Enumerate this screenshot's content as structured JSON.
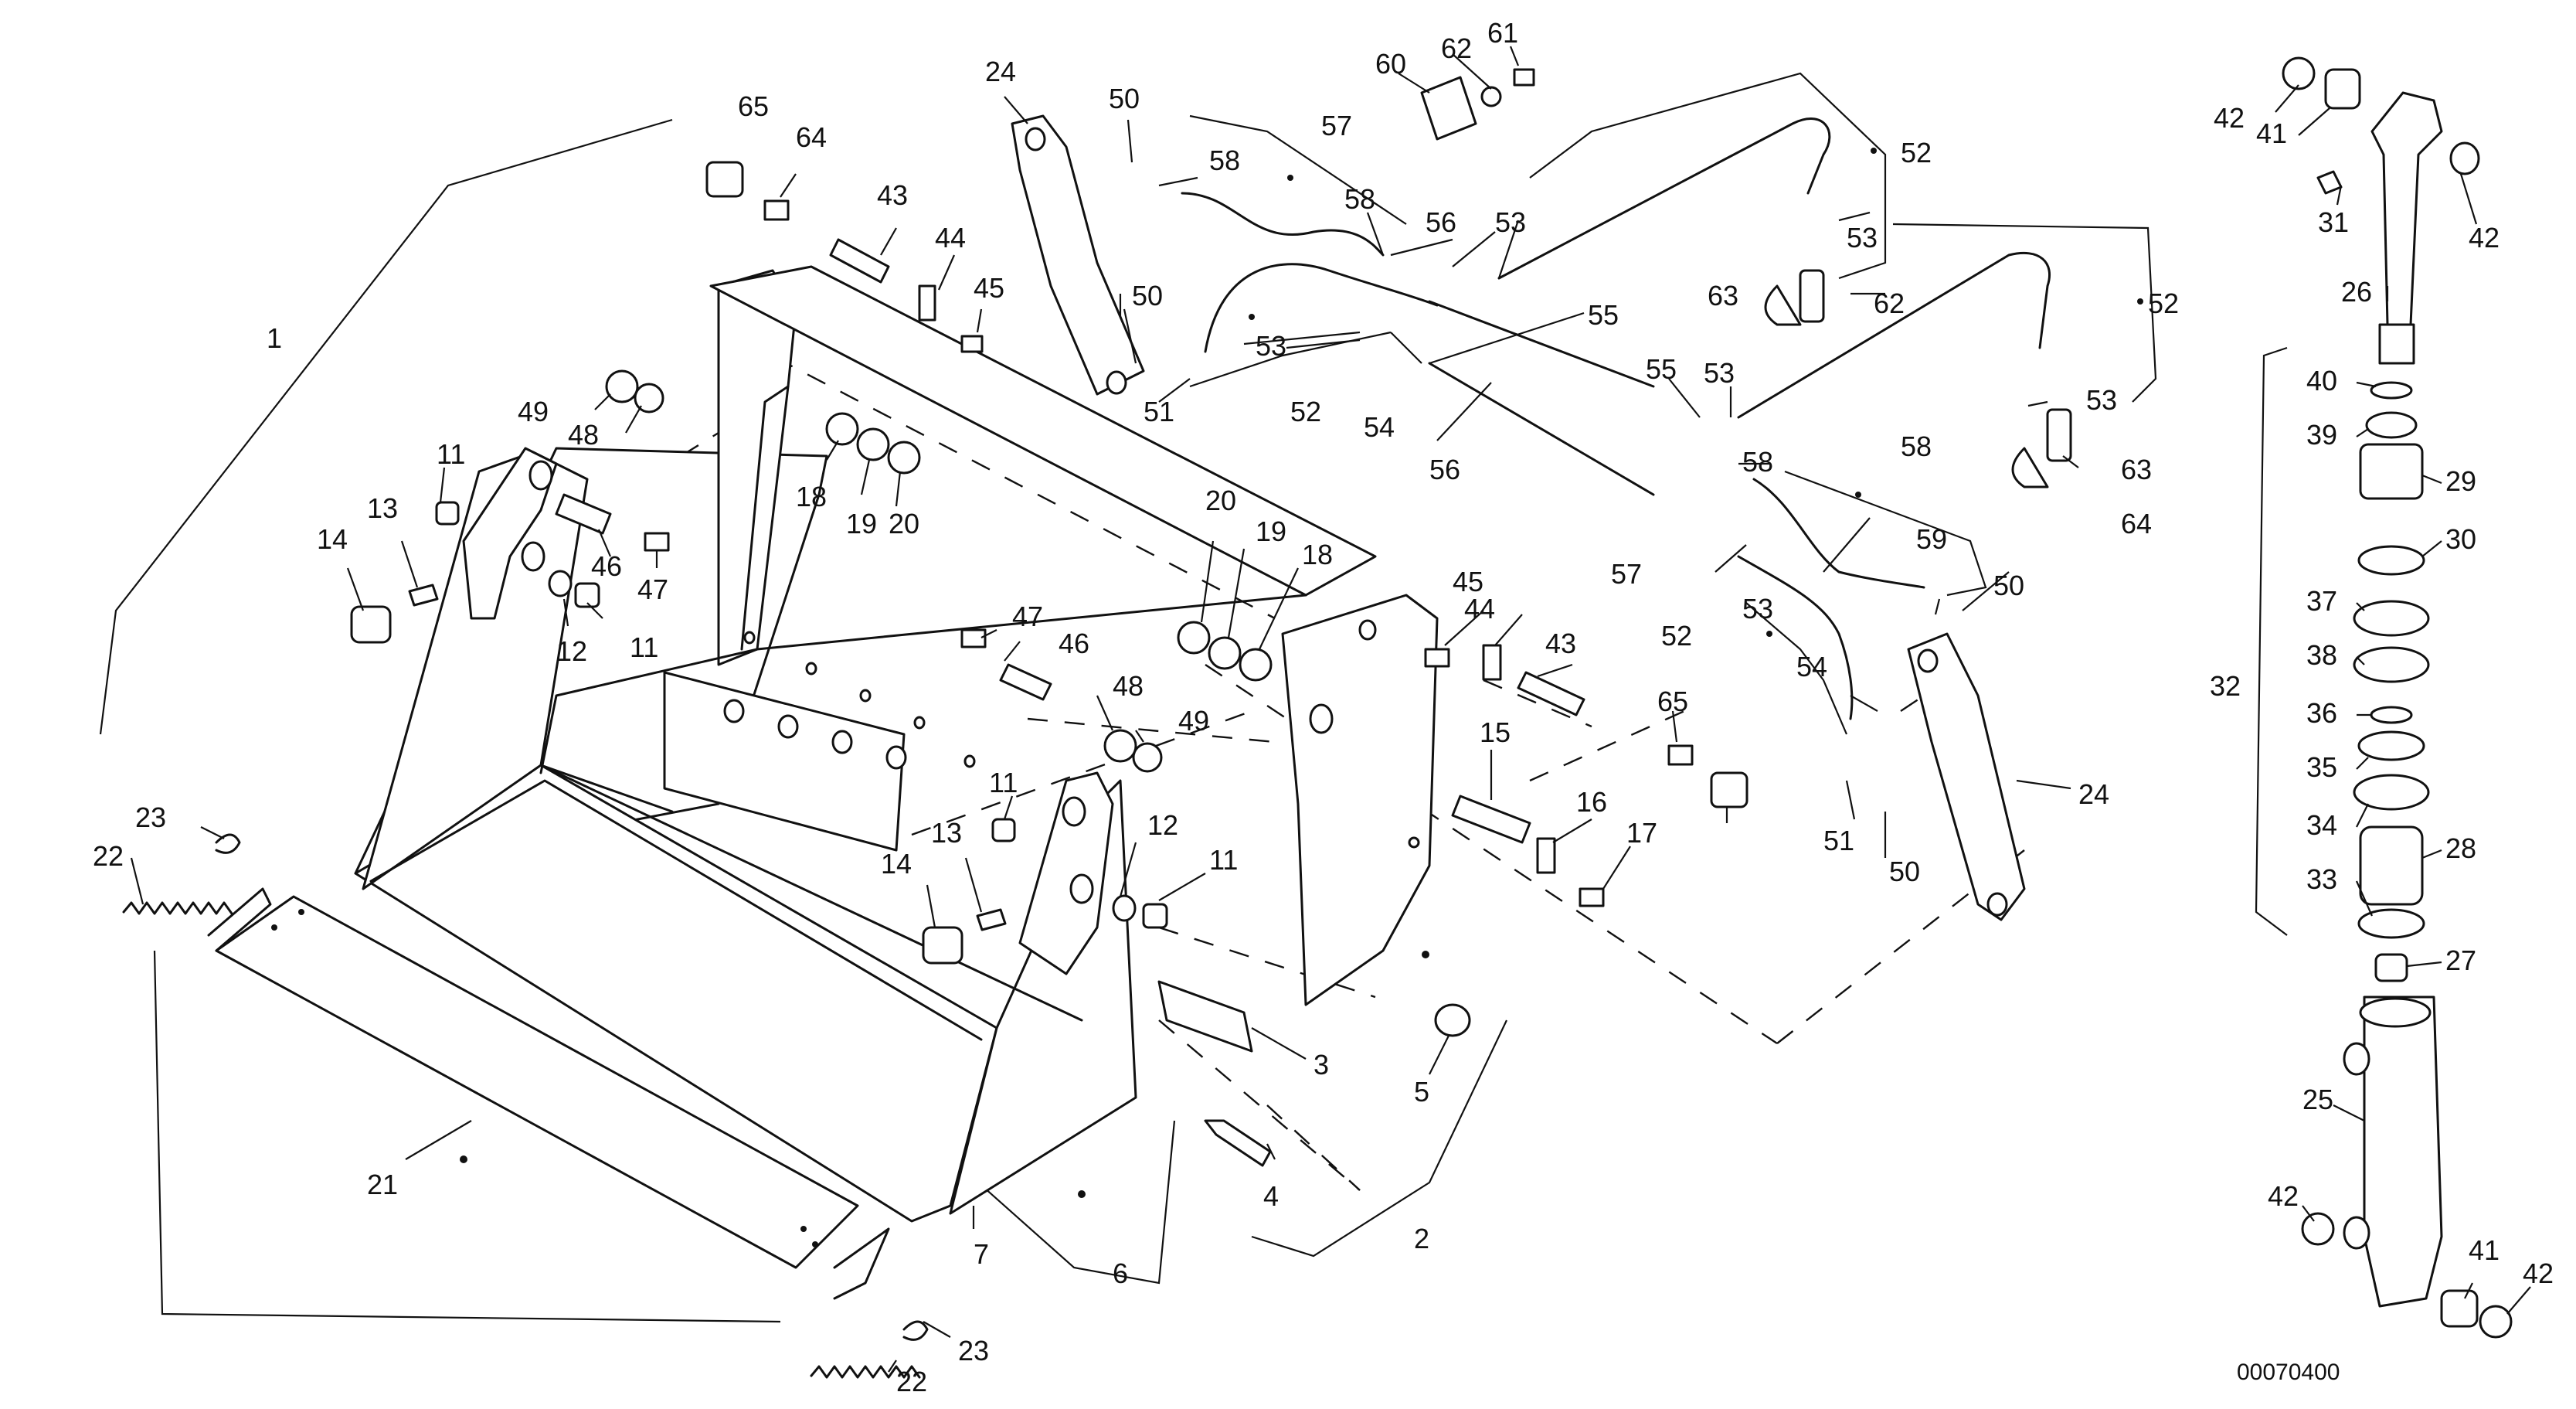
{
  "drawing_number": "00070400",
  "callouts": [
    "1",
    "2",
    "3",
    "4",
    "5",
    "6",
    "7",
    "11",
    "11",
    "11",
    "11",
    "12",
    "12",
    "13",
    "13",
    "14",
    "14",
    "15",
    "16",
    "17",
    "18",
    "18",
    "19",
    "19",
    "20",
    "20",
    "21",
    "22",
    "22",
    "23",
    "23",
    "24",
    "24",
    "25",
    "26",
    "27",
    "28",
    "29",
    "30",
    "31",
    "32",
    "33",
    "34",
    "35",
    "36",
    "37",
    "38",
    "39",
    "40",
    "41",
    "41",
    "42",
    "42",
    "42",
    "42",
    "43",
    "43",
    "44",
    "44",
    "45",
    "45",
    "46",
    "46",
    "47",
    "47",
    "48",
    "48",
    "49",
    "49",
    "50",
    "50",
    "50",
    "50",
    "51",
    "51",
    "52",
    "52",
    "52",
    "52",
    "53",
    "53",
    "53",
    "53",
    "53",
    "53",
    "54",
    "54",
    "55",
    "55",
    "56",
    "56",
    "57",
    "57",
    "58",
    "58",
    "58",
    "58",
    "59",
    "60",
    "61",
    "62",
    "62",
    "63",
    "63",
    "64",
    "64",
    "65",
    "65"
  ]
}
